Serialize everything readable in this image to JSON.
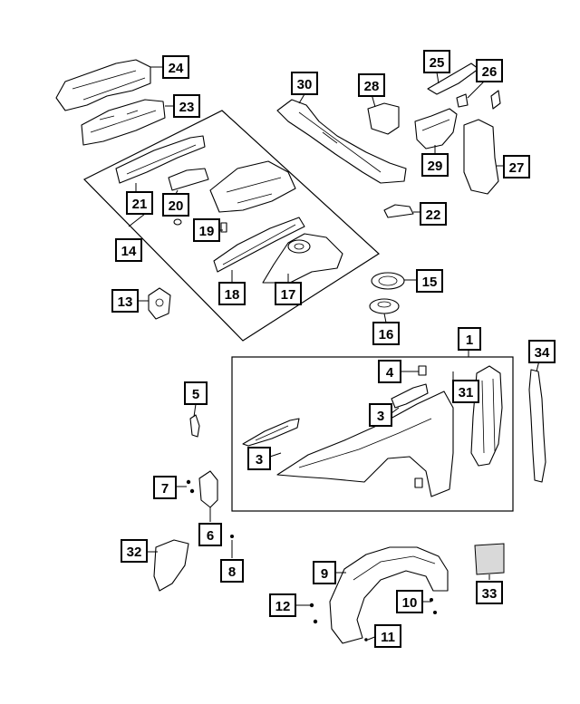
{
  "diagram": {
    "callouts": [
      {
        "id": "c24",
        "label": "24"
      },
      {
        "id": "c23",
        "label": "23"
      },
      {
        "id": "c21",
        "label": "21"
      },
      {
        "id": "c20",
        "label": "20"
      },
      {
        "id": "c19",
        "label": "19"
      },
      {
        "id": "c14",
        "label": "14"
      },
      {
        "id": "c18",
        "label": "18"
      },
      {
        "id": "c17",
        "label": "17"
      },
      {
        "id": "c13",
        "label": "13"
      },
      {
        "id": "c30",
        "label": "30"
      },
      {
        "id": "c28",
        "label": "28"
      },
      {
        "id": "c25",
        "label": "25"
      },
      {
        "id": "c26",
        "label": "26"
      },
      {
        "id": "c27",
        "label": "27"
      },
      {
        "id": "c29",
        "label": "29"
      },
      {
        "id": "c22",
        "label": "22"
      },
      {
        "id": "c15",
        "label": "15"
      },
      {
        "id": "c16",
        "label": "16"
      },
      {
        "id": "c1",
        "label": "1"
      },
      {
        "id": "c34",
        "label": "34"
      },
      {
        "id": "c4",
        "label": "4"
      },
      {
        "id": "c31",
        "label": "31"
      },
      {
        "id": "c3a",
        "label": "3"
      },
      {
        "id": "c3b",
        "label": "3"
      },
      {
        "id": "c5",
        "label": "5"
      },
      {
        "id": "c7",
        "label": "7"
      },
      {
        "id": "c6",
        "label": "6"
      },
      {
        "id": "c8",
        "label": "8"
      },
      {
        "id": "c32",
        "label": "32"
      },
      {
        "id": "c9",
        "label": "9"
      },
      {
        "id": "c12",
        "label": "12"
      },
      {
        "id": "c10",
        "label": "10"
      },
      {
        "id": "c11",
        "label": "11"
      },
      {
        "id": "c33",
        "label": "33"
      }
    ]
  }
}
